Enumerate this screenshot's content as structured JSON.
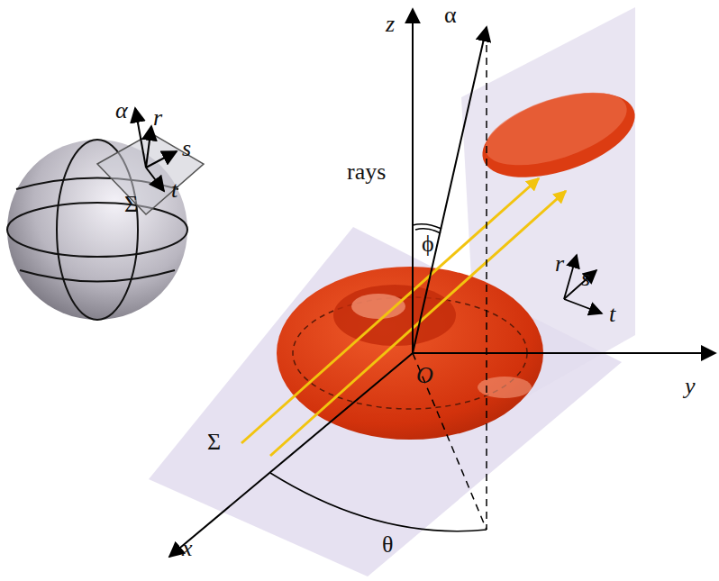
{
  "diagram": {
    "labels": [
      "α",
      "r",
      "s",
      "t",
      "Σ",
      "α",
      "z",
      "rays",
      "ϕ",
      "r",
      "s",
      "t",
      "O",
      "y",
      "Σ",
      "x",
      "θ"
    ]
  }
}
